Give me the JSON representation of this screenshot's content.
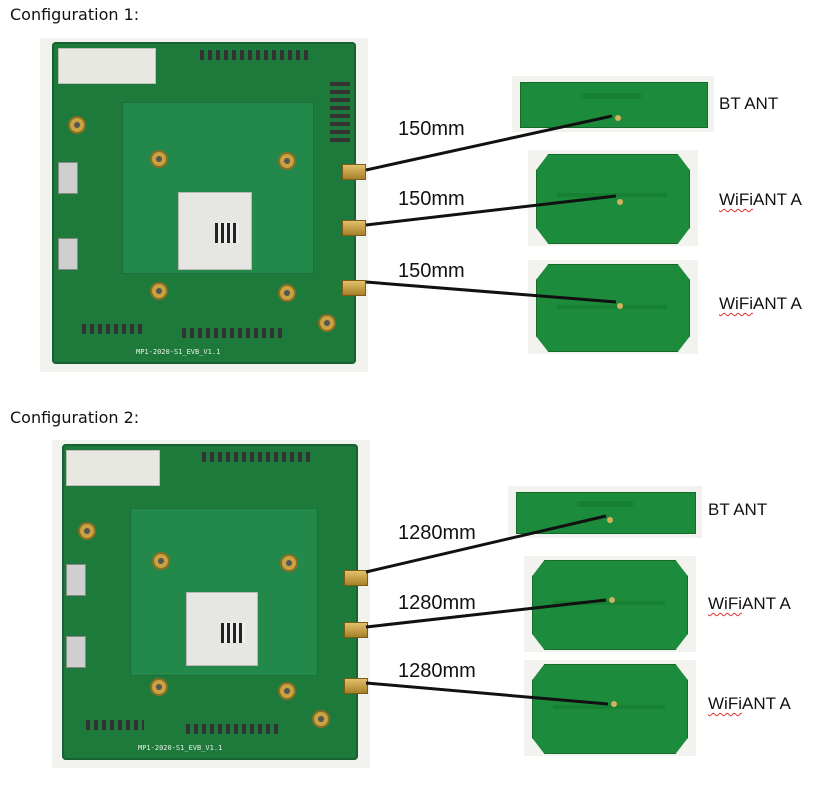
{
  "configurations": [
    {
      "heading": "Configuration 1:",
      "board_silk": "MP1-2020-S1_EVB_V1.1",
      "cables": [
        {
          "length": "150mm",
          "antenna": "BT ANT"
        },
        {
          "length": "150mm",
          "antenna_prefix": "WiFi",
          "antenna_suffix": "ANT A"
        },
        {
          "length": "150mm",
          "antenna_prefix": "WiFi",
          "antenna_suffix": "ANT A"
        }
      ]
    },
    {
      "heading": "Configuration 2:",
      "board_silk": "MP1-2020-S1_EVB_V1.1",
      "cables": [
        {
          "length": "1280mm",
          "antenna": "BT ANT"
        },
        {
          "length": "1280mm",
          "antenna_prefix": "WiFi",
          "antenna_suffix": "ANT A"
        },
        {
          "length": "1280mm",
          "antenna_prefix": "WiFi",
          "antenna_suffix": "ANT A"
        }
      ]
    }
  ],
  "colors": {
    "pcb_green": "#1e7a3a",
    "antenna_green": "#1d8b3c",
    "cable": "#111111",
    "gold": "#c9a341"
  }
}
